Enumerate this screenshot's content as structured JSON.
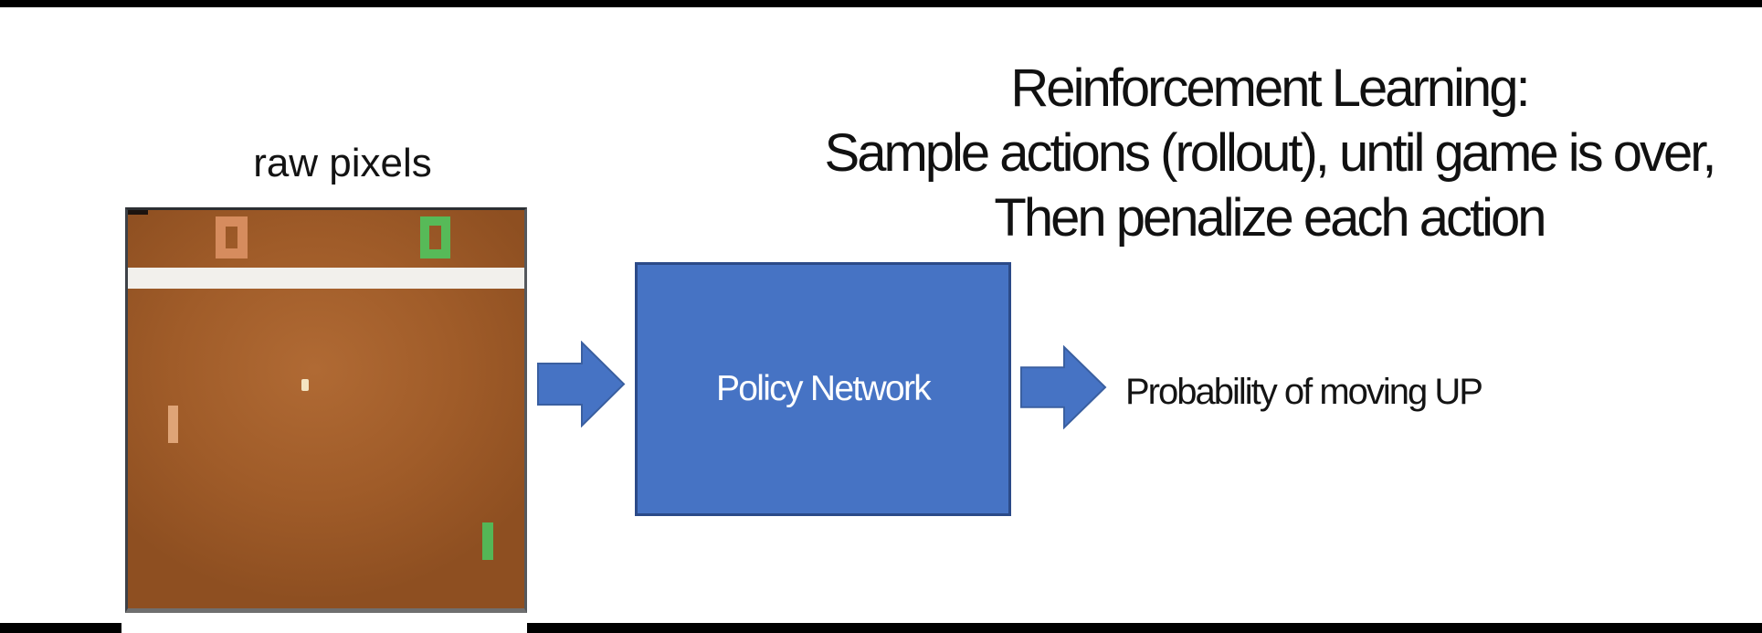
{
  "title": {
    "line1": "Reinforcement Learning:",
    "line2": "Sample actions (rollout), until game is over,",
    "line3": "Then penalize each action"
  },
  "raw_pixels": {
    "label": "raw pixels"
  },
  "policy_network": {
    "label": "Policy Network"
  },
  "output": {
    "label": "Probability of moving UP"
  },
  "game": {
    "score_left": "0",
    "score_right": "0",
    "elements": [
      "top-wall",
      "ball",
      "left-paddle",
      "right-paddle"
    ]
  },
  "icons": {
    "input_arrow": "right-arrow",
    "output_arrow": "right-arrow"
  },
  "colors": {
    "accent_blue": "#4673c4",
    "accent_blue_border": "#2b4a88",
    "game_field_brown": "#a05c29",
    "score_left_orange": "#d68c5e",
    "score_right_green": "#57ba58",
    "paddle_left_tan": "#dfa477",
    "paddle_right_green": "#54b656",
    "ball_cream": "#f4e4c1",
    "wall_white": "#f2f0ec",
    "bar_black": "#000000"
  }
}
